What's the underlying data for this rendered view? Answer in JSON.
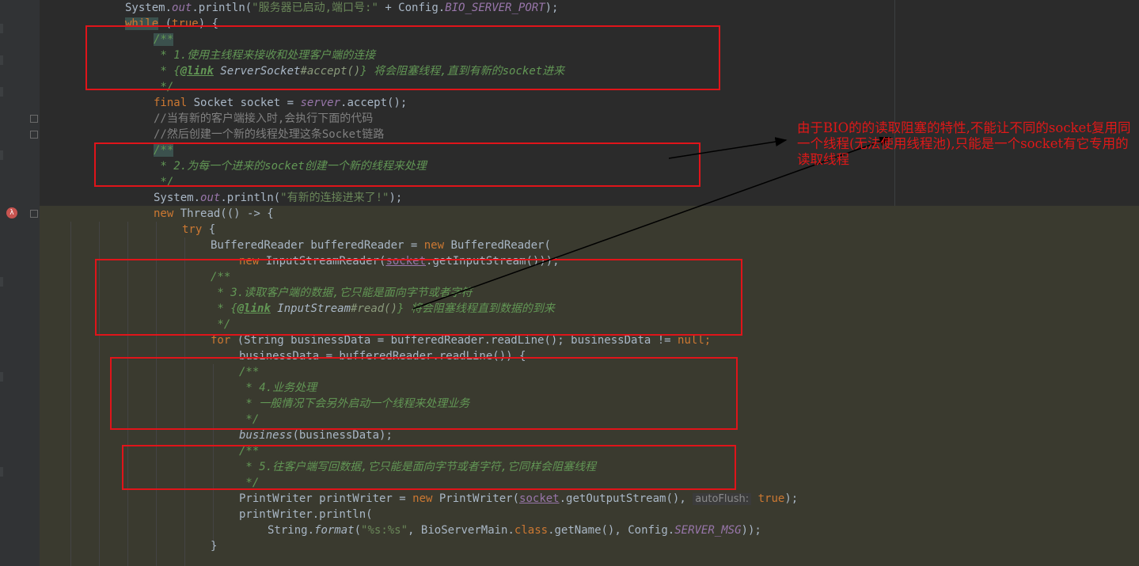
{
  "editor": {
    "lines": {
      "l01": {
        "a": "System.",
        "b": "out",
        "c": ".println(",
        "d": "\"服务器已启动,端口号:\"",
        "e": " + Config.",
        "f": "BIO_SERVER_PORT",
        "g": ");"
      },
      "l02": {
        "a": "while",
        "b": " (",
        "c": "true",
        "d": ") {"
      },
      "l03": {
        "a": "/**"
      },
      "l04": {
        "a": " * 1.使用主线程来接收和处理客户端的连接"
      },
      "l05": {
        "a": " * {",
        "b": "@link",
        "c": " ServerSocket",
        "d": "#accept()",
        "e": "}",
        "f": " 将会阻塞线程,直到有新的socket进来"
      },
      "l06": {
        "a": " */"
      },
      "l07": {
        "a": "final",
        "b": " Socket socket = ",
        "c": "server",
        "d": ".accept();"
      },
      "l08": {
        "a": "//当有新的客户端接入时,会执行下面的代码"
      },
      "l09": {
        "a": "//然后创建一个新的线程处理这条Socket链路"
      },
      "l10": {
        "a": "/**"
      },
      "l11": {
        "a": " * 2.为每一个进来的socket创建一个新的线程来处理"
      },
      "l12": {
        "a": " */"
      },
      "l13": {
        "a": "System.",
        "b": "out",
        "c": ".println(",
        "d": "\"有新的连接进来了!\"",
        "e": ");"
      },
      "l14": {
        "a": "new",
        "b": " Thread(() -> {"
      },
      "l15": {
        "a": "try",
        "b": " {"
      },
      "l16": {
        "a": "BufferedReader bufferedReader = ",
        "b": "new",
        "c": " BufferedReader("
      },
      "l17": {
        "a": "new",
        "b": " InputStreamReader(",
        "c": "socket",
        "d": ".getInputStream()));"
      },
      "l18": {
        "a": "/**"
      },
      "l19": {
        "a": " * 3.读取客户端的数据,它只能是面向字节或者字符"
      },
      "l20": {
        "a": " * {",
        "b": "@link",
        "c": " InputStream",
        "d": "#read()",
        "e": "}",
        "f": " 将会阻塞线程直到数据的到来"
      },
      "l21": {
        "a": " */"
      },
      "l22": {
        "a": "for",
        "b": " (String businessData = bufferedReader.readLine(); businessData != ",
        "c": "null",
        "d": ";"
      },
      "l23": {
        "a": "businessData = bufferedReader.readLine()) {"
      },
      "l24": {
        "a": "/**"
      },
      "l25": {
        "a": " * 4.业务处理"
      },
      "l26": {
        "a": " * 一般情况下会另外启动一个线程来处理业务"
      },
      "l27": {
        "a": " */"
      },
      "l28": {
        "a": "business",
        "b": "(businessData);"
      },
      "l29": {
        "a": "/**"
      },
      "l30": {
        "a": " * 5.往客户端写回数据,它只能是面向字节或者字符,它同样会阻塞线程"
      },
      "l31": {
        "a": " */"
      },
      "l32": {
        "a": "PrintWriter printWriter = ",
        "b": "new",
        "c": " PrintWriter(",
        "d": "socket",
        "e": ".getOutputStream(), ",
        "f": "autoFlush:",
        "g": " true",
        "h": ");"
      },
      "l33": {
        "a": "printWriter.println("
      },
      "l34": {
        "a": "String.",
        "b": "format",
        "c": "(",
        "d": "\"%s:%s\"",
        "e": ", BioServerMain.",
        "f": "class",
        "g": ".getName(), Config.",
        "h": "SERVER_MSG",
        "i": "));"
      },
      "l35": {
        "a": "}"
      }
    }
  },
  "annotation": {
    "text": "由于BIO的的读取阻塞的特性,不能让不同的socket复用同一个线程(无法使用线程池),只能是一个socket有它专用的读取线程",
    "color": "#e01818"
  }
}
